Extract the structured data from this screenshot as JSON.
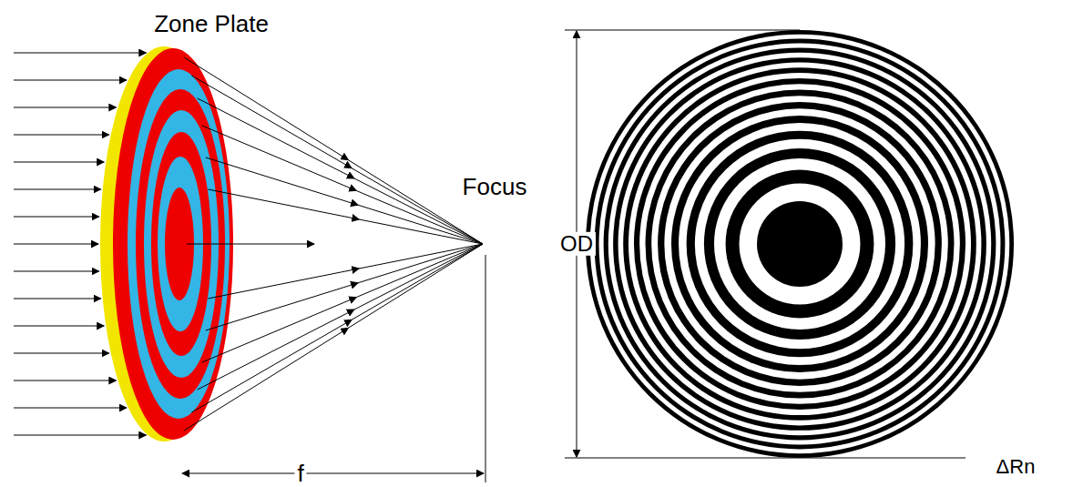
{
  "diagram": {
    "labels": [
      "Zone Plate",
      "Focus",
      "f",
      "OD",
      "ΔRn"
    ]
  }
}
